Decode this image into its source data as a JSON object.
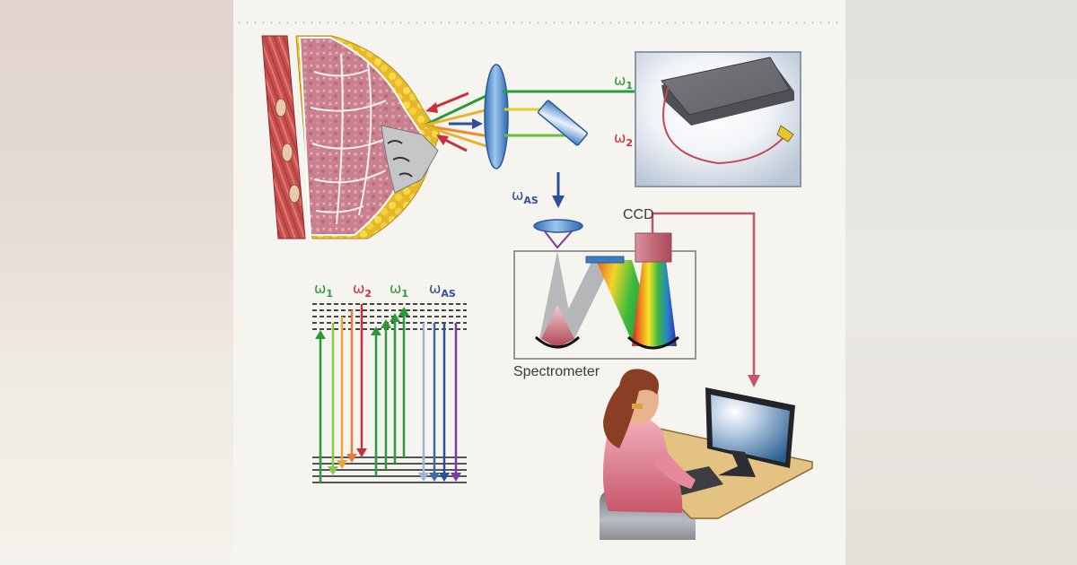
{
  "illustration": {
    "subject": "Coherent anti-Stokes Raman scattering (CARS) imaging of breast tissue",
    "labels": {
      "omega1_beam": {
        "symbol": "ω",
        "sub": "1",
        "color": "#2a9a3a"
      },
      "omega2_beam": {
        "symbol": "ω",
        "sub": "2",
        "color": "#c8313a"
      },
      "omegaAS_beam": {
        "symbol": "ω",
        "sub": "AS",
        "color": "#2f4f9a"
      },
      "ccd": "CCD",
      "spectrometer": "Spectrometer"
    },
    "energy_diagram": {
      "headers": [
        {
          "symbol": "ω",
          "sub": "1",
          "color": "#2a9a3a"
        },
        {
          "symbol": "ω",
          "sub": "2",
          "color": "#c8313a"
        },
        {
          "symbol": "ω",
          "sub": "1",
          "color": "#2a9a3a"
        },
        {
          "symbol": "ω",
          "sub": "AS",
          "color": "#2f4f9a"
        }
      ],
      "virtual_levels": 5,
      "ground_levels": 5
    },
    "colors": {
      "panel_bg": "#f6f4ef",
      "green": "#2a9a3a",
      "red": "#c8313a",
      "blue": "#2f4f9a",
      "signal_line": "#c05566",
      "lens": "#4f8fd0"
    }
  }
}
